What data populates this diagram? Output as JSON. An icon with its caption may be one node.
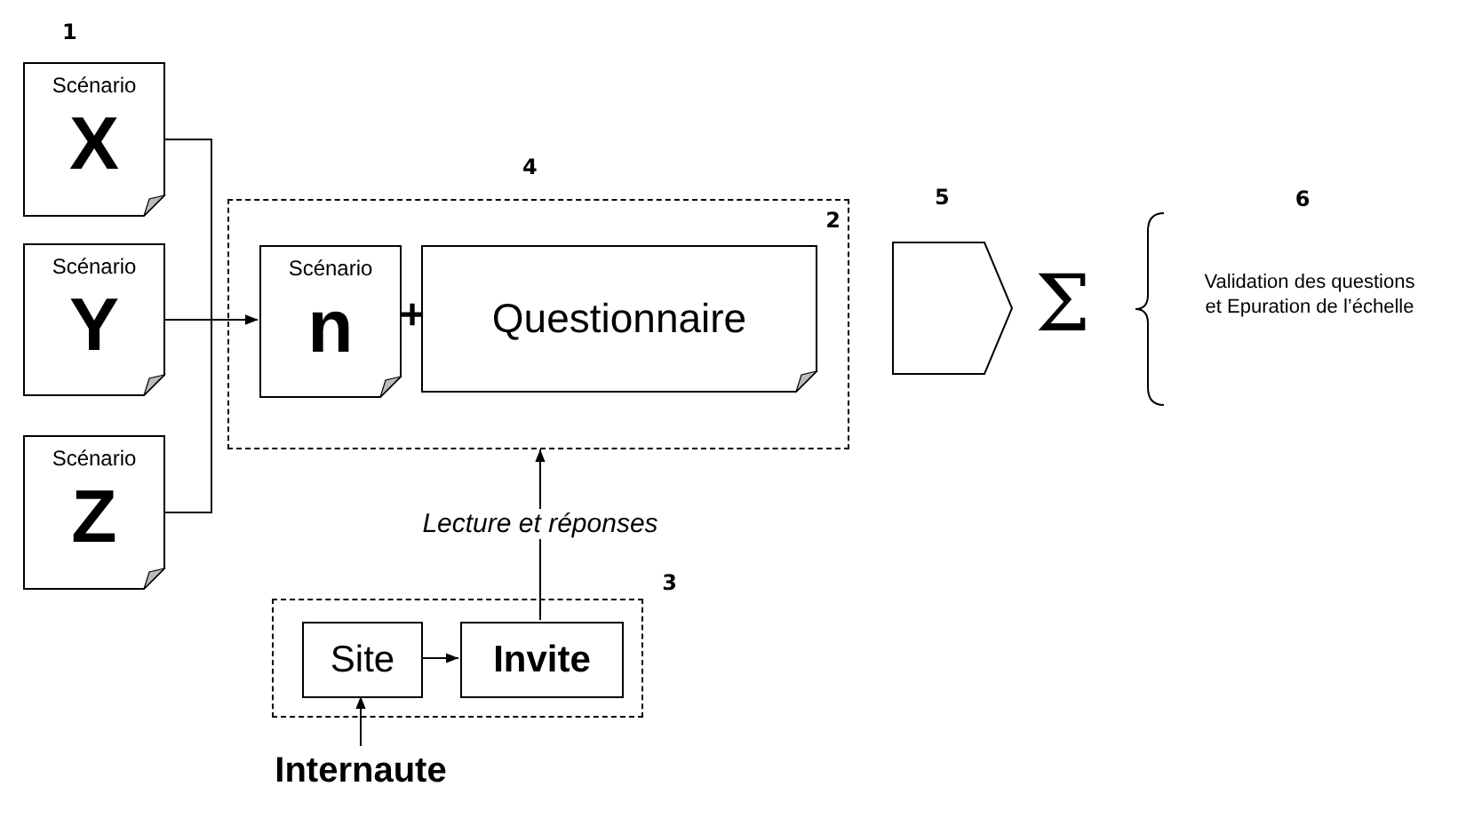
{
  "diagram": {
    "nodes": [
      {
        "text": [
          "Scénario",
          "X"
        ],
        "beside": [
          "1"
        ]
      },
      {
        "text": [
          "Scénario",
          "Y"
        ]
      },
      {
        "text": [
          "Scénario",
          "Z"
        ]
      },
      {
        "text": [
          "4",
          "2"
        ]
      },
      {
        "text": [
          "Scénario",
          "n"
        ],
        "in": 3
      },
      {
        "text": [
          "Questionnaire"
        ],
        "in": 3
      },
      {
        "text": [
          "3"
        ]
      },
      {
        "text": [
          "Site"
        ],
        "in": 6
      },
      {
        "text": [
          "Invite"
        ],
        "in": 6
      },
      {
        "text": [
          "Internaute"
        ]
      },
      {
        "text": [],
        "shape": "pentagon",
        "beside": [
          "5"
        ]
      }
    ],
    "edges": [
      {
        "from": 0,
        "to": 4,
        "arrow": "to"
      },
      {
        "from": 1,
        "to": 4,
        "arrow": "to"
      },
      {
        "from": 2,
        "to": 4,
        "arrow": "to"
      },
      {
        "from": 8,
        "to": 3,
        "arrow": "to",
        "label": "Lecture et réponses"
      },
      {
        "from": 7,
        "to": 8,
        "arrow": "to"
      },
      {
        "from": 9,
        "to": 7,
        "arrow": "to"
      }
    ],
    "labels": [
      "+",
      "Σ",
      "6",
      "Validation des questions et Epuration de l’échelle"
    ]
  }
}
